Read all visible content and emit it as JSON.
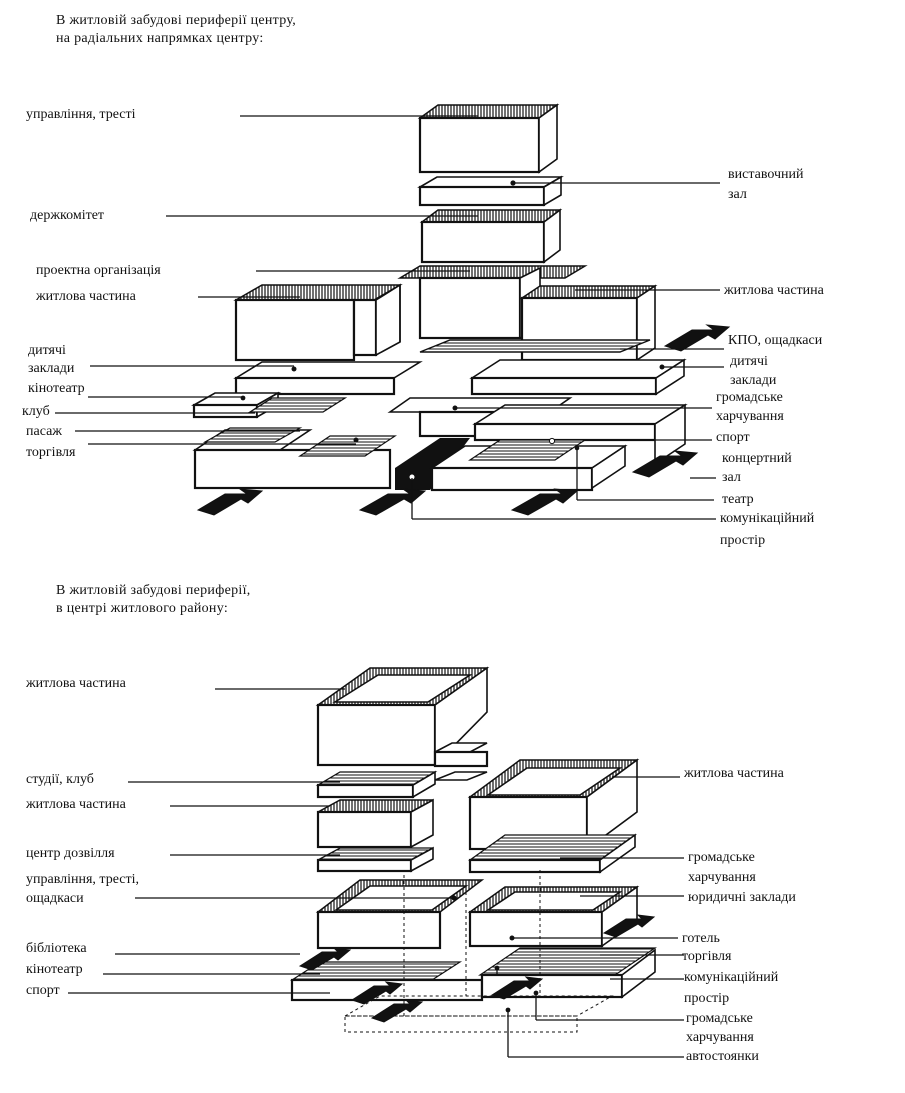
{
  "section1": {
    "caption_line1": "В житловій забудові периферії центру,",
    "caption_line2": "на радіальних напрямках центру:",
    "labels_left": [
      "управління, тресті",
      "держкомітет",
      "проектна організація",
      "житлова частина",
      "дитячі",
      "заклади",
      "кінотеатр",
      "клуб",
      "пасаж",
      "торгівля"
    ],
    "labels_right": [
      "виставочний",
      "зал",
      "житлова частина",
      "КПО, ощадкаси",
      "дитячі",
      "заклади",
      "громадське",
      "харчування",
      "спорт",
      "концертний",
      "зал",
      "театр",
      "комунікаційний",
      "простір"
    ]
  },
  "section2": {
    "caption_line1": "В житловій забудові периферії,",
    "caption_line2": "в центрі житлового району:",
    "labels_left": [
      "житлова частина",
      "студії, клуб",
      "житлова частина",
      "центр дозвілля",
      "управління, тресті,",
      "ощадкаси",
      "бібліотека",
      "кінотеатр",
      "спорт"
    ],
    "labels_right": [
      "житлова частина",
      "громадське",
      "харчування",
      "юридичні заклади",
      "готель",
      "торгівля",
      "комунікаційний",
      "простір",
      "громадське",
      "харчування",
      "автостоянки"
    ]
  }
}
